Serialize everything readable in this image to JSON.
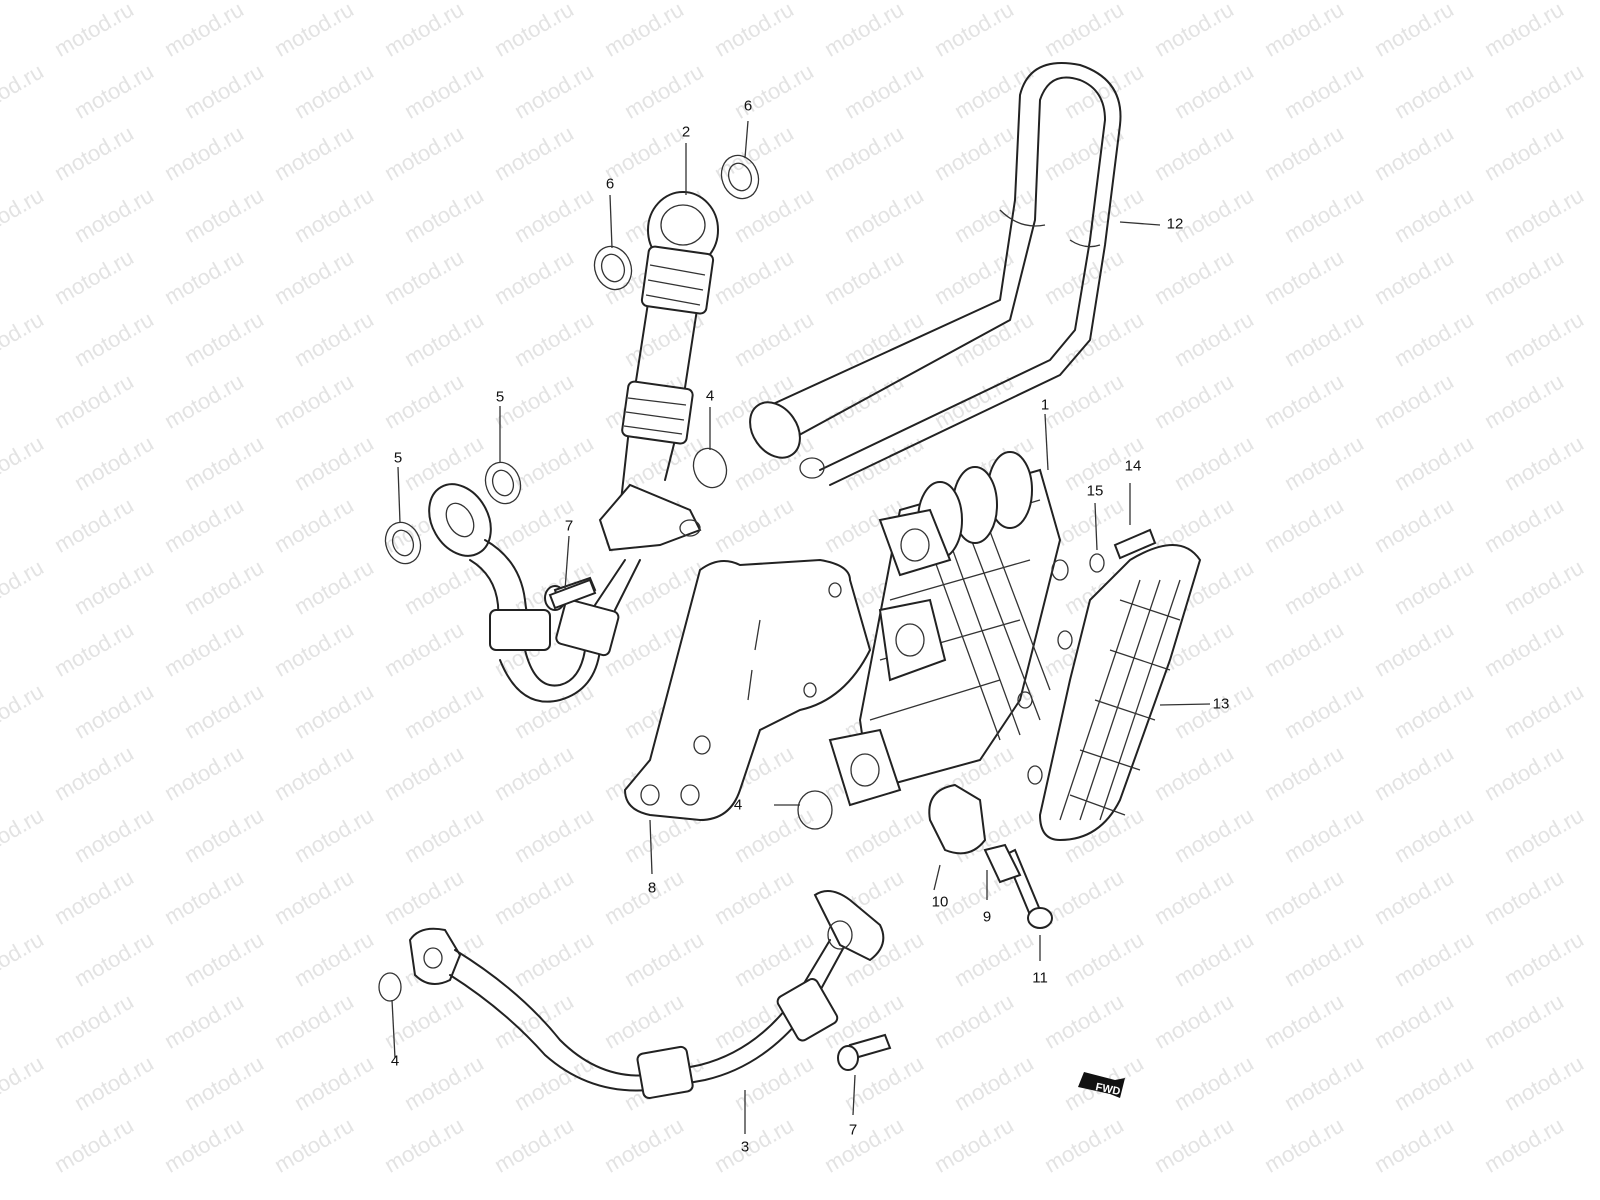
{
  "watermark_text": "motod.ru",
  "fwd_label": "FWD",
  "callouts": {
    "c1": "1",
    "c2": "2",
    "c3": "3",
    "c4a": "4",
    "c4b": "4",
    "c4c": "4",
    "c5a": "5",
    "c5b": "5",
    "c6a": "6",
    "c6b": "6",
    "c7a": "7",
    "c7b": "7",
    "c8": "8",
    "c9": "9",
    "c10": "10",
    "c11": "11",
    "c12": "12",
    "c13": "13",
    "c14": "14",
    "c15": "15"
  },
  "colors": {
    "line": "#222222",
    "watermark": "#e3e3e3",
    "background": "#ffffff"
  }
}
